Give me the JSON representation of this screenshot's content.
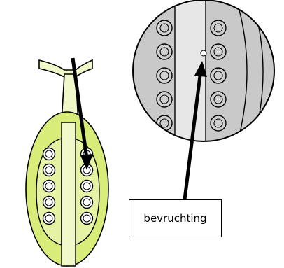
{
  "label": "bevruchting",
  "colors": {
    "outer_fill": "#d8ec7a",
    "inner_fill": "#e6f2a4",
    "style_fill": "#f0f7c8",
    "zoom_background": "#c9c9c9",
    "zoom_center": "#e7e7e7",
    "outline": "#000000"
  },
  "parts": [
    "pistil",
    "ovary",
    "ovules",
    "style",
    "stigma",
    "magnified-ovary-section",
    "fertilization-point"
  ]
}
